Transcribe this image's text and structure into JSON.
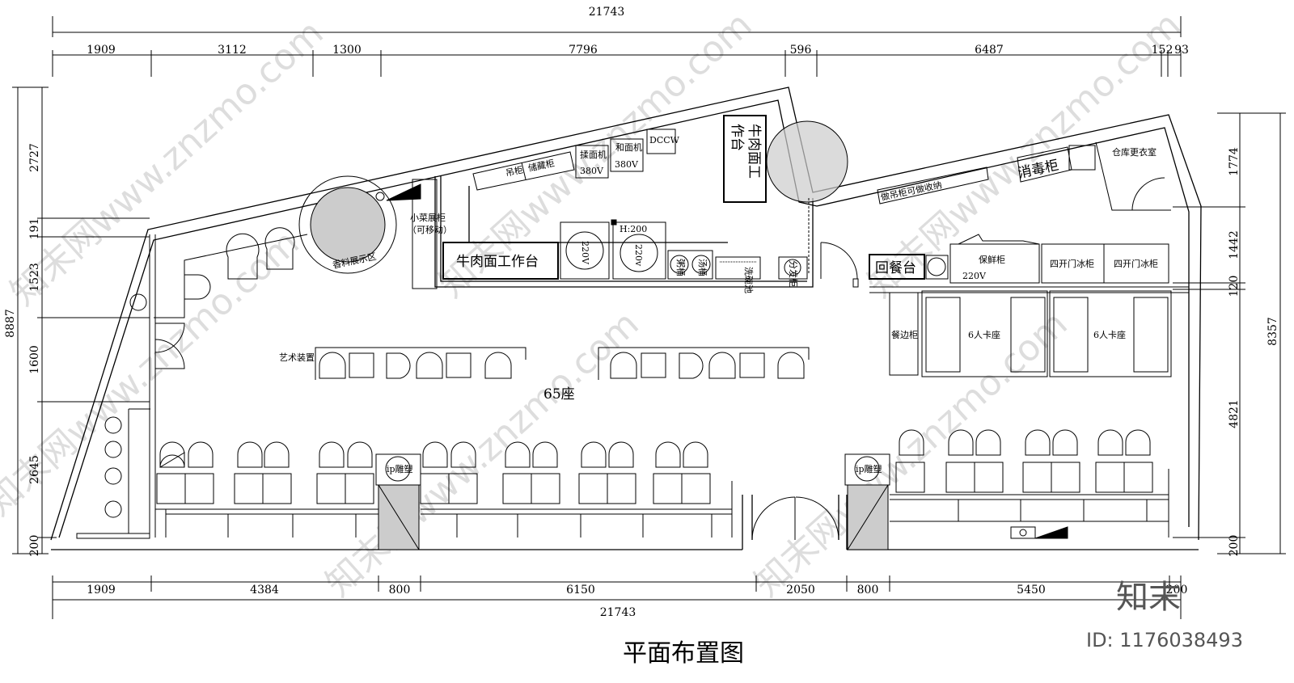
{
  "top_dims": {
    "overall": "21743",
    "segments": [
      "1909",
      "3112",
      "1300",
      "7796",
      "596",
      "6487",
      "152",
      "93"
    ]
  },
  "bottom_dims": {
    "overall": "21743",
    "segments": [
      "1909",
      "4384",
      "800",
      "6150",
      "2050",
      "800",
      "5450",
      "200"
    ]
  },
  "left_dims": {
    "overall": "8887",
    "segments": [
      "2727",
      "191",
      "1523",
      "1600",
      "2645",
      "200"
    ]
  },
  "right_dims": {
    "overall": "8357",
    "segments": [
      "1774",
      "1442",
      "120",
      "4821",
      "200"
    ]
  },
  "labels": {
    "spice": "香料展示区",
    "snack_cab": "小菜展柜",
    "snack_cab_note": "（可移动）",
    "hanging_cab": "吊柜",
    "storage_cab": "储藏柜",
    "noodle_machine_1": "揉面机",
    "noodle_machine_2": "和面机",
    "v380_1": "380V",
    "v380_2": "380V",
    "beef_workbench_v_1": "牛肉面工",
    "beef_workbench_v_2": "作台",
    "beef_workbench": "牛肉面工作台",
    "v220_1": "220V",
    "v220_2": "220v",
    "h200": "H:200",
    "rice": "粥桶",
    "soup": "汤桶",
    "sink": "洗碗池",
    "dispenser": "分发柜",
    "disinfect": "消毒柜",
    "hanging_storage": "做吊柜可做收纳",
    "warehouse": "仓库更衣室",
    "return_counter": "回餐台",
    "fresh_cab": "保鲜柜",
    "fresh_v": "220V",
    "fridge_1": "四开门冰柜",
    "fridge_2": "四开门冰柜",
    "side_cab": "餐边柜",
    "booth_1": "6人卡座",
    "booth_2": "6人卡座",
    "art": "艺术装置",
    "seats": "65座",
    "ip_1": "ip雕塑",
    "ip_2": "ip雕塑",
    "dccw": "DCCW"
  },
  "title": "平面布置图",
  "id_text": "ID: 1176038493",
  "logo": "知末",
  "watermark": "知末网www.znzmo.com"
}
